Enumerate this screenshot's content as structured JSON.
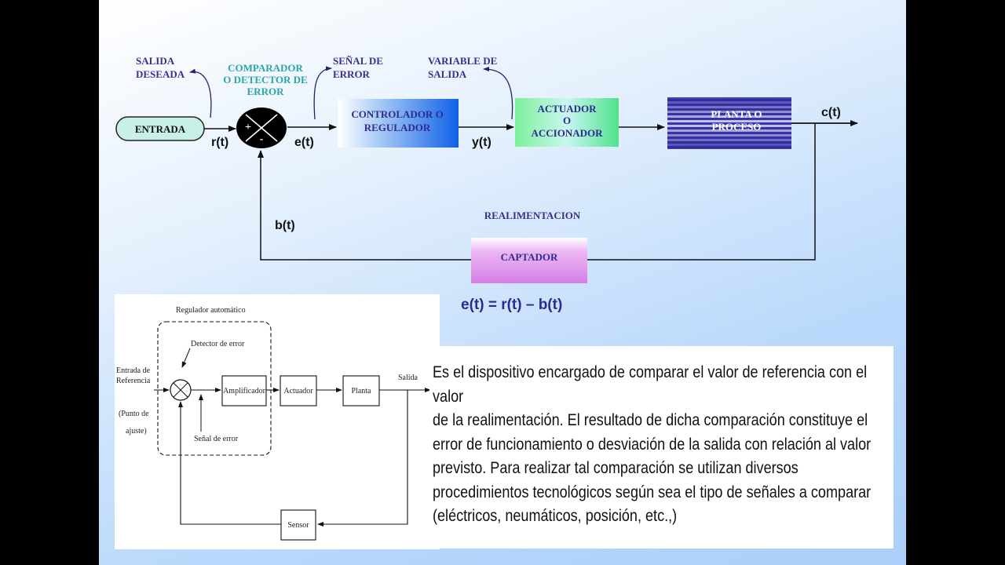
{
  "top_diagram": {
    "labels": {
      "salida_deseada": [
        "SALIDA",
        "DESEADA"
      ],
      "comparador": [
        "COMPARADOR",
        "O DETECTOR DE",
        "ERROR"
      ],
      "senal_error": [
        "SEÑAL DE",
        "ERROR"
      ],
      "variable_salida": [
        "VARIABLE DE",
        "SALIDA"
      ],
      "realimentacion": "REALIMENTACION"
    },
    "blocks": {
      "entrada": "ENTRADA",
      "controlador": [
        "CONTROLADOR O",
        "REGULADOR"
      ],
      "actuador": [
        "ACTUADOR",
        "O",
        "ACCIONADOR"
      ],
      "planta": [
        "PLANTA O",
        "PROCESO"
      ],
      "captador": "CAPTADOR"
    },
    "signals": {
      "r": "r(t)",
      "e": "e(t)",
      "y": "y(t)",
      "c": "c(t)",
      "b": "b(t)"
    },
    "summing_signs": {
      "plus": "+",
      "minus": "-"
    },
    "equation": "e(t) = r(t) – b(t)"
  },
  "bottom_diagram": {
    "regulador": "Regulador automático",
    "detector": "Detector de error",
    "entrada": [
      "Entrada de",
      "Referencia"
    ],
    "punto_ajuste": [
      "(Punto de",
      "ajuste)"
    ],
    "senal_error": "Señal de error",
    "salida": "Salida",
    "amplificador": "Amplificador",
    "actuador": "Actuador",
    "planta": "Planta",
    "sensor": "Sensor"
  },
  "description": "Es el dispositivo encargado de comparar el valor de referencia con el valor\nde la realimentación. El resultado de dicha comparación constituye el\nerror de funcionamiento o desviación de la salida con relación al valor\nprevisto. Para realizar tal comparación se utilizan diversos\nprocedimientos tecnológicos según sea el tipo de señales a comparar\n(eléctricos, neumáticos, posición, etc.,)"
}
